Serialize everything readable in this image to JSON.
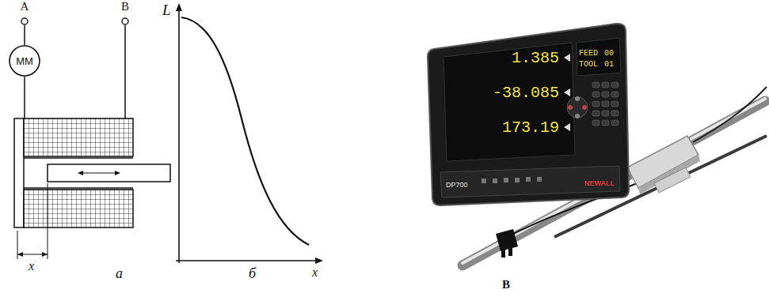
{
  "diagram": {
    "nodes": [
      {
        "text": [
          "А"
        ]
      },
      {
        "text": [
          "ММ"
        ]
      },
      {
        "text": [
          "В"
        ]
      }
    ],
    "edges": [
      {
        "from": 0,
        "to": 1,
        "arrow": "none"
      }
    ],
    "labels": [
      "x",
      "а",
      "L",
      "x",
      "б",
      "1.385",
      "-38.085",
      "173.19",
      "FEED",
      "00",
      "TOOL",
      "01",
      "DP700",
      "NEWALL",
      "В"
    ]
  }
}
